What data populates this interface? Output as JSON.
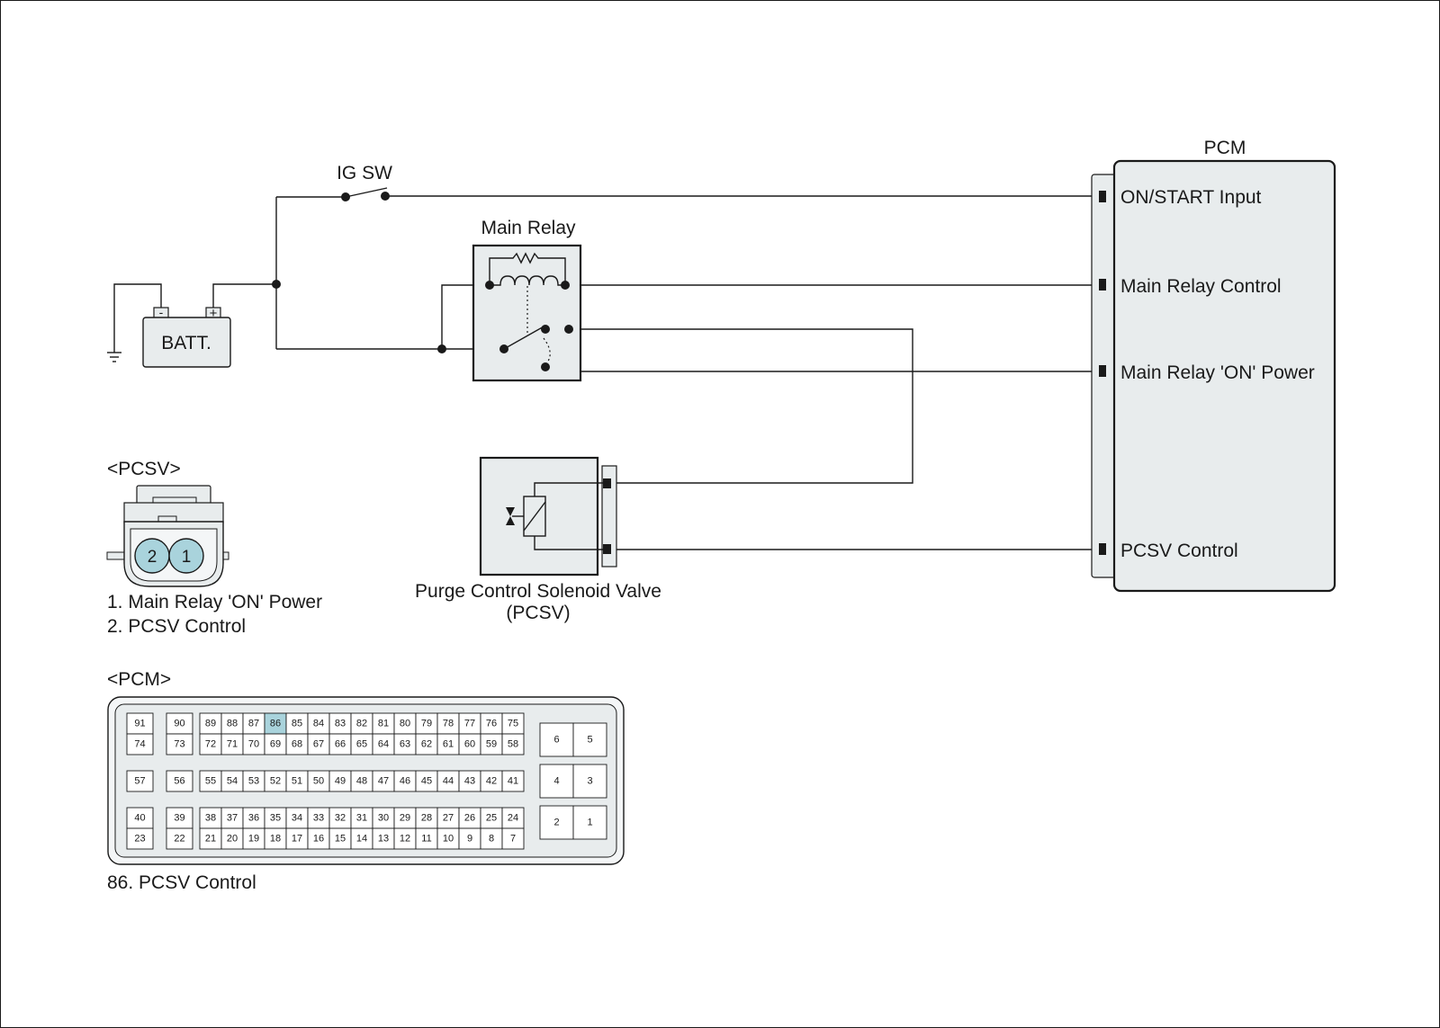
{
  "colors": {
    "component_fill": "#e8eced",
    "highlight_pin": "#a9d3dc",
    "wire": "#1a1a1a"
  },
  "labels": {
    "ig_sw": "IG SW",
    "main_relay": "Main Relay",
    "battery": "BATT.",
    "battery_neg": "-",
    "battery_pos": "+",
    "pcm": "PCM",
    "pcsv_valve_line1": "Purge Control Solenoid Valve",
    "pcsv_valve_line2": "(PCSV)"
  },
  "pcm_pins": {
    "on_start": "ON/START Input",
    "relay_control": "Main Relay Control",
    "relay_on_power": "Main Relay 'ON' Power",
    "pcsv_control": "PCSV Control"
  },
  "pcsv_connector": {
    "title": "<PCSV>",
    "pin_left": "2",
    "pin_right": "1",
    "legend": [
      "1. Main Relay 'ON' Power",
      "2. PCSV Control"
    ]
  },
  "pcm_connector": {
    "title": "<PCM>",
    "highlighted_pin": "86",
    "legend": "86. PCSV Control",
    "left_singles": [
      [
        "91",
        "74"
      ],
      [
        "57"
      ],
      [
        "40",
        "23"
      ]
    ],
    "second_singles": [
      [
        "90",
        "73"
      ],
      [
        "56"
      ],
      [
        "39",
        "22"
      ]
    ],
    "main_rows": [
      [
        "89",
        "88",
        "87",
        "86",
        "85",
        "84",
        "83",
        "82",
        "81",
        "80",
        "79",
        "78",
        "77",
        "76",
        "75"
      ],
      [
        "72",
        "71",
        "70",
        "69",
        "68",
        "67",
        "66",
        "65",
        "64",
        "63",
        "62",
        "61",
        "60",
        "59",
        "58"
      ],
      [
        "55",
        "54",
        "53",
        "52",
        "51",
        "50",
        "49",
        "48",
        "47",
        "46",
        "45",
        "44",
        "43",
        "42",
        "41"
      ],
      [
        "38",
        "37",
        "36",
        "35",
        "34",
        "33",
        "32",
        "31",
        "30",
        "29",
        "28",
        "27",
        "26",
        "25",
        "24"
      ],
      [
        "21",
        "20",
        "19",
        "18",
        "17",
        "16",
        "15",
        "14",
        "13",
        "12",
        "11",
        "10",
        "9",
        "8",
        "7"
      ]
    ],
    "right_pairs": [
      [
        "6",
        "5"
      ],
      [
        "4",
        "3"
      ],
      [
        "2",
        "1"
      ]
    ]
  }
}
